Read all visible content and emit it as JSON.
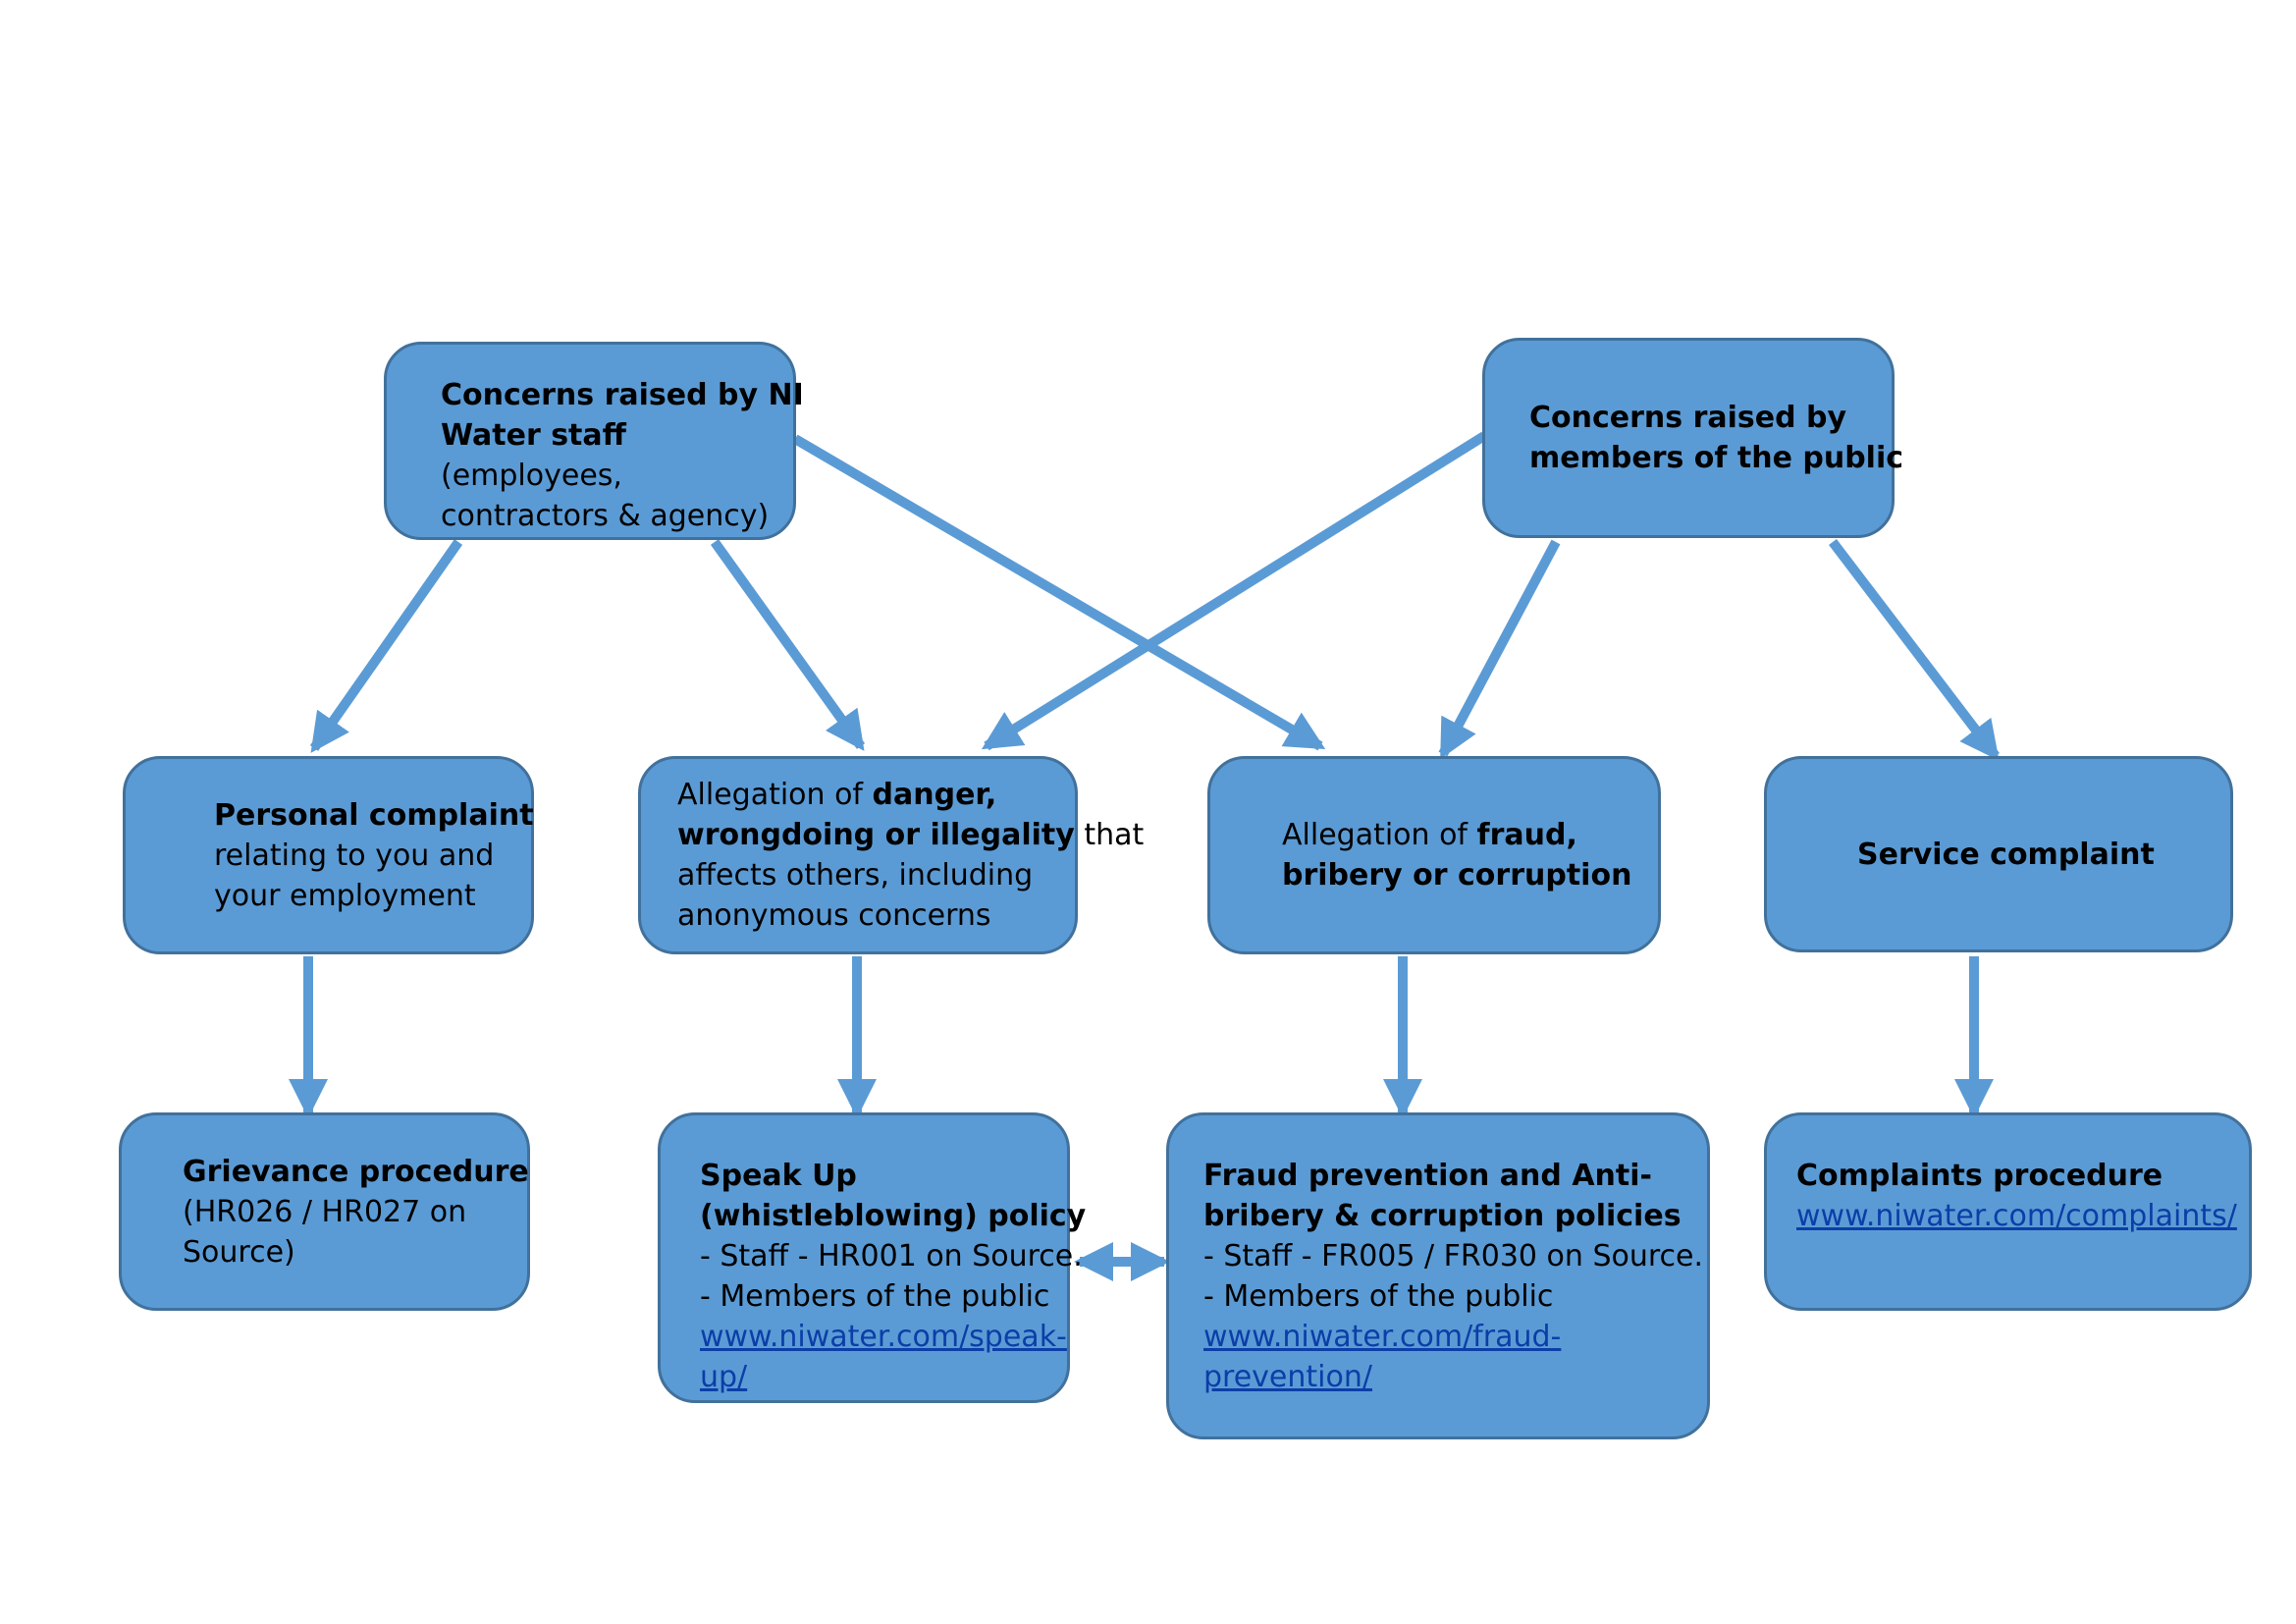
{
  "colors": {
    "box_fill": "#5b9bd5",
    "box_border": "#41719c",
    "arrow": "#5b9bd5",
    "link": "#0b3ea8"
  },
  "sources": {
    "staff": {
      "title_l1": "Concerns raised by NI",
      "title_l2": "Water staff",
      "sub_l1": "(employees,",
      "sub_l2": "contractors & agency)"
    },
    "public": {
      "title_l1": "Concerns raised by",
      "title_l2": "members of the public"
    }
  },
  "categories": {
    "personal": {
      "bold": "Personal complaint",
      "l2": "relating to you and",
      "l3": "your employment"
    },
    "danger": {
      "l1_a": "Allegation of ",
      "l1_b": "danger,",
      "l2_a": "wrongdoing or illegality",
      "l2_b": " that",
      "l3": "affects others, including",
      "l4": "anonymous concerns"
    },
    "fraud": {
      "l1_a": "Allegation of ",
      "l1_b": "fraud,",
      "l2": "bribery or corruption"
    },
    "service": {
      "label": "Service complaint"
    }
  },
  "procedures": {
    "grievance": {
      "title": "Grievance procedure",
      "l2": "(HR026 / HR027 on",
      "l3": "Source)"
    },
    "speakup": {
      "title_l1": "Speak Up",
      "title_l2": "(whistleblowing) policy",
      "staff": "- Staff - HR001 on Source.",
      "public": "- Members of the public",
      "link_l1": "www.niwater.com/speak-",
      "link_l2": "up/"
    },
    "fraudprev": {
      "title_l1": "Fraud prevention and Anti-",
      "title_l2": "bribery & corruption policies",
      "staff": "- Staff - FR005 / FR030 on Source.",
      "public": "- Members of the public",
      "link_l1": "www.niwater.com/fraud-",
      "link_l2": "prevention/"
    },
    "complaints": {
      "title": "Complaints procedure",
      "link": "www.niwater.com/complaints/"
    }
  }
}
